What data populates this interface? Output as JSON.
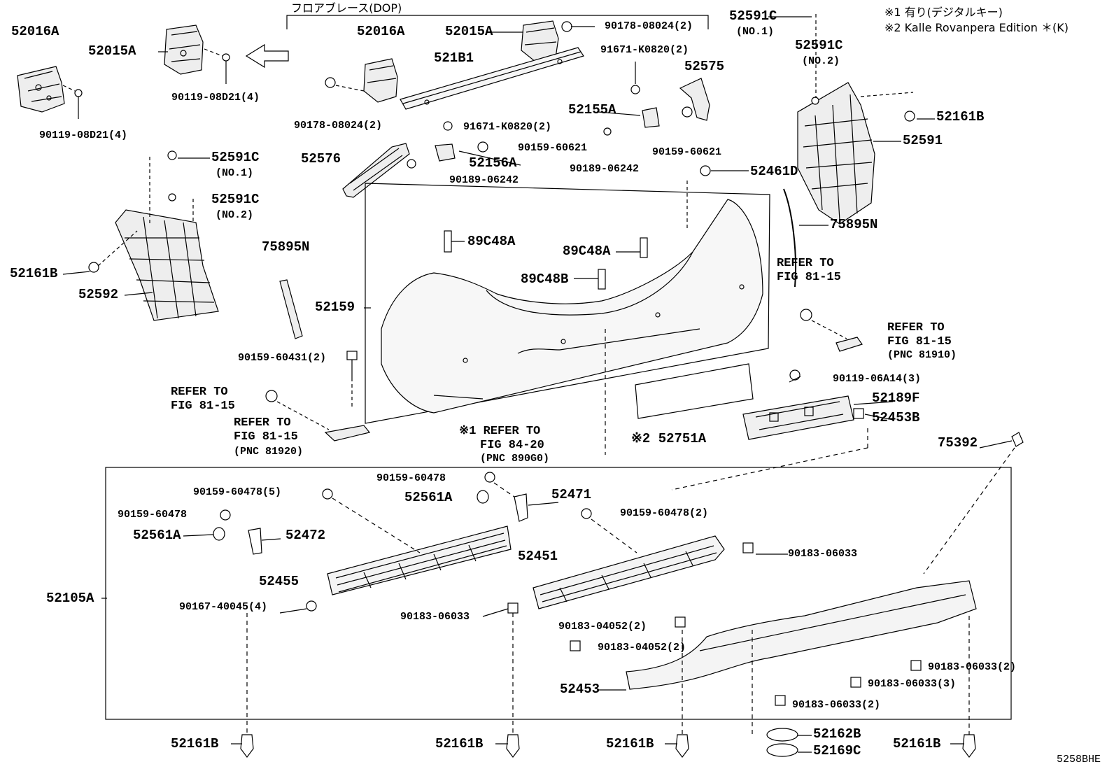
{
  "diagram_code": "5258BHE",
  "notes": {
    "note1": "※1 有り(デジタルキー)",
    "note2": "※2 Kalle Rovanpera Edition ＊(K)",
    "floor_brace": "フロアブレース(DOP)"
  },
  "labels": {
    "p52016A_tl": "52016A",
    "p52015A_tl": "52015A",
    "p90119_08D21_a": "90119-08D21(4)",
    "p90119_08D21_b": "90119-08D21(4)",
    "p52016A_c": "52016A",
    "p52015A_c": "52015A",
    "p90178_08024_a": "90178-08024(2)",
    "p91671_K0820_a": "91671-K0820(2)",
    "p521B1": "521B1",
    "p52575": "52575",
    "p90178_08024_b": "90178-08024(2)",
    "p91671_K0820_b": "91671-K0820(2)",
    "p52155A": "52155A",
    "p90159_60621_a": "90159-60621",
    "p90159_60621_b": "90159-60621",
    "p52576": "52576",
    "p52156A": "52156A",
    "p90189_06242_a": "90189-06242",
    "p90189_06242_b": "90189-06242",
    "p52591C_a": "52591C",
    "p52591C_a_no": "(NO.1)",
    "p52591C_b": "52591C",
    "p52591C_b_no": "(NO.2)",
    "p52161B_r": "52161B",
    "p52591": "52591",
    "p52591C_c": "52591C",
    "p52591C_c_no": "(NO.1)",
    "p52591C_d": "52591C",
    "p52591C_d_no": "(NO.2)",
    "p52161B_l": "52161B",
    "p52592": "52592",
    "p75895N_l": "75895N",
    "p75895N_r": "75895N",
    "p52461D": "52461D",
    "p89C48A_a": "89C48A",
    "p89C48A_b": "89C48A",
    "p89C48B": "89C48B",
    "p52159": "52159",
    "ref1_a": "REFER TO",
    "ref1_b": "FIG 81-15",
    "ref2_a": "REFER TO",
    "ref2_b": "FIG 81-15",
    "ref2_c": "(PNC 81910)",
    "ref3_a": "REFER TO",
    "ref3_b": "FIG 81-15",
    "ref4_a": "REFER TO",
    "ref4_b": "FIG 81-15",
    "ref4_c": "(PNC 81920)",
    "ref5_a": "※1 REFER TO",
    "ref5_b": "FIG 84-20",
    "ref5_c": "(PNC 890G0)",
    "p90159_60431": "90159-60431(2)",
    "p52751A": "※2 52751A",
    "p90119_06A14": "90119-06A14(3)",
    "p52189F": "52189F",
    "p52453B": "52453B",
    "p75392": "75392",
    "p90159_60478_top": "90159-60478",
    "p52561A_top": "52561A",
    "p52471": "52471",
    "p90159_60478_5": "90159-60478(5)",
    "p90159_60478_l": "90159-60478",
    "p52561A_l": "52561A",
    "p52472": "52472",
    "p90159_60478_2": "90159-60478(2)",
    "p52451": "52451",
    "p90183_06033_a": "90183-06033",
    "p52455": "52455",
    "p52105A": "52105A",
    "p90167_40045": "90167-40045(4)",
    "p90183_06033_b": "90183-06033",
    "p90183_04052_a": "90183-04052(2)",
    "p90183_04052_b": "90183-04052(2)",
    "p90183_06033_2a": "90183-06033(2)",
    "p90183_06033_3": "90183-06033(3)",
    "p90183_06033_2b": "90183-06033(2)",
    "p52453": "52453",
    "p52161B_1": "52161B",
    "p52161B_2": "52161B",
    "p52161B_3": "52161B",
    "p52161B_4": "52161B",
    "p52162B": "52162B",
    "p52169C": "52169C"
  }
}
